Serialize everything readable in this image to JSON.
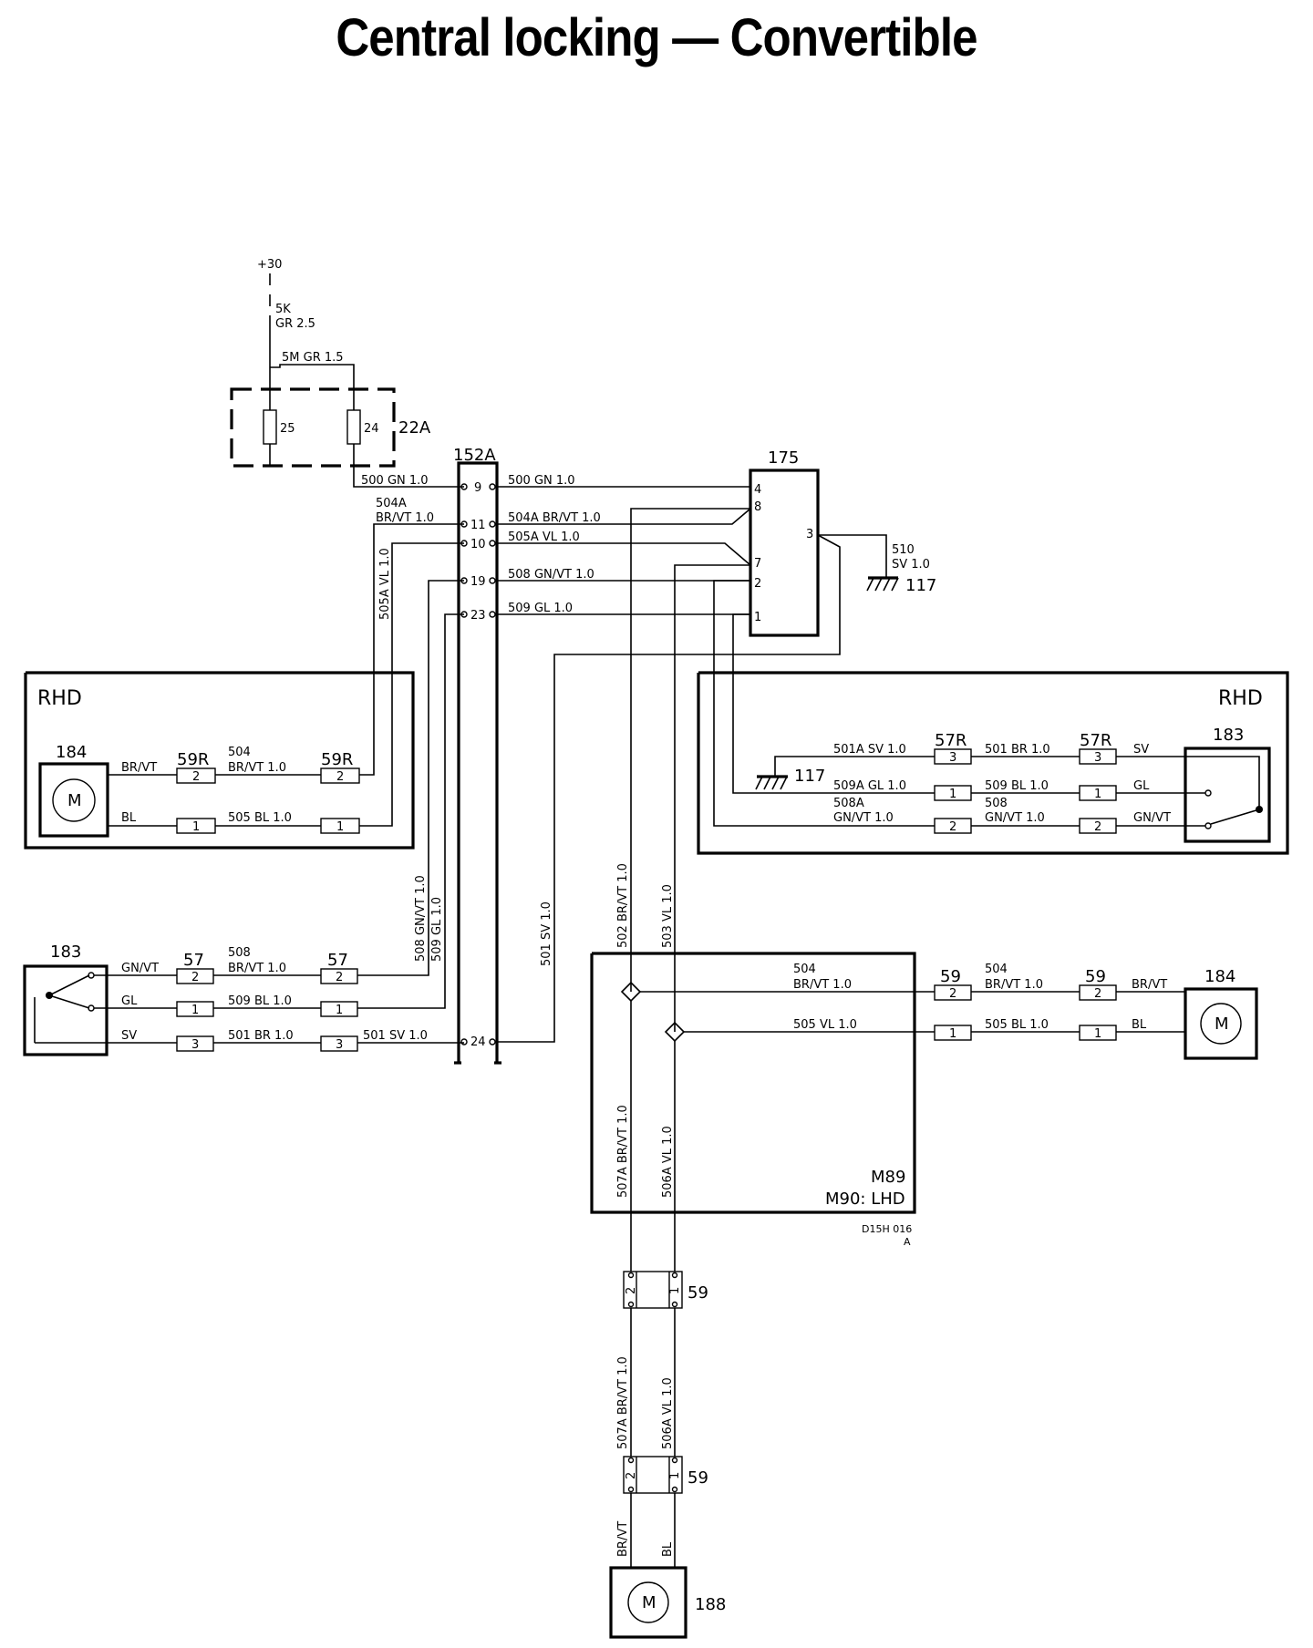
{
  "title": "Central locking — Convertible",
  "supply": {
    "label": "+30",
    "wire_code": "5K",
    "wire_spec": "GR 2.5",
    "bridge_label": "5M GR 1.5"
  },
  "components": {
    "fusebox": "22A",
    "fuse_a": "25",
    "fuse_b": "24",
    "connector": "152A",
    "module": "175",
    "ground": "117",
    "motor": "184",
    "switch": "183",
    "boot_motor": "188",
    "conn_59": "59",
    "conn_59r": "59R",
    "conn_57": "57",
    "conn_57r": "57R",
    "motor_glyph": "M",
    "rhd": "RHD",
    "m89": "M89",
    "m90": "M90: LHD",
    "drawing_ref": "D15H 016",
    "drawing_rev": "A"
  },
  "pins_152a": [
    "9",
    "11",
    "10",
    "19",
    "23",
    "24"
  ],
  "pins_175": [
    "4",
    "8",
    "3",
    "7",
    "2",
    "1"
  ],
  "conn_pins": [
    "2",
    "1",
    "3"
  ],
  "wires": {
    "w500": "500 GN 1.0",
    "w504a_code": "504A",
    "w504a_spec": "BR/VT 1.0",
    "w504a_full": "504A BR/VT 1.0",
    "w505a_full": "505A VL 1.0",
    "w508": "508 GN/VT 1.0",
    "w509": "509 GL 1.0",
    "w510_code": "510",
    "w510_spec": "SV 1.0",
    "w501": "501 SV 1.0",
    "w502": "502 BR/VT 1.0",
    "w503": "503 VL 1.0",
    "w504_code": "504",
    "w504_spec": "BR/VT 1.0",
    "w505_full": "505 BL 1.0",
    "w505vl_full": "505 VL 1.0",
    "w508_code": "508",
    "w509bl": "509 BL 1.0",
    "w501br": "501 BR 1.0",
    "w501a": "501A SV 1.0",
    "w509a": "509A GL 1.0",
    "w508a_code": "508A",
    "w508a_spec": "GN/VT 1.0",
    "w507a": "507A BR/VT 1.0",
    "w506a": "506A VL 1.0"
  },
  "colors": {
    "brvt": "BR/VT",
    "bl": "BL",
    "gnvt": "GN/VT",
    "gl": "GL",
    "sv": "SV"
  }
}
